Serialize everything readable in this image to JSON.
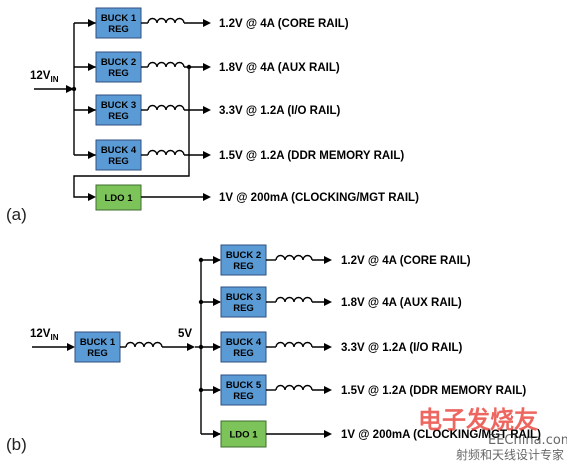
{
  "diagram_a": {
    "panel_label": "(a)",
    "input": {
      "main": "12V",
      "sub": "IN"
    },
    "bucks": [
      {
        "line1": "BUCK 1",
        "line2": "REG",
        "output": "1.2V @ 4A (CORE RAIL)"
      },
      {
        "line1": "BUCK 2",
        "line2": "REG",
        "output": "1.8V @ 4A (AUX RAIL)"
      },
      {
        "line1": "BUCK 3",
        "line2": "REG",
        "output": "3.3V @ 1.2A (I/O RAIL)"
      },
      {
        "line1": "BUCK 4",
        "line2": "REG",
        "output": "1.5V @ 1.2A (DDR MEMORY RAIL)"
      }
    ],
    "ldo": {
      "label": "LDO 1",
      "output": "1V @ 200mA (CLOCKING/MGT RAIL)"
    }
  },
  "diagram_b": {
    "panel_label": "(b)",
    "input": {
      "main": "12V",
      "sub": "IN"
    },
    "first_buck": {
      "line1": "BUCK 1",
      "line2": "REG"
    },
    "intermediate_rail": "5V",
    "bucks": [
      {
        "line1": "BUCK 2",
        "line2": "REG",
        "output": "1.2V @ 4A (CORE RAIL)"
      },
      {
        "line1": "BUCK 3",
        "line2": "REG",
        "output": "1.8V @ 4A (AUX RAIL)"
      },
      {
        "line1": "BUCK 4",
        "line2": "REG",
        "output": "3.3V @ 1.2A (I/O RAIL)"
      },
      {
        "line1": "BUCK 5",
        "line2": "REG",
        "output": "1.5V @ 1.2A (DDR MEMORY RAIL)"
      }
    ],
    "ldo": {
      "label": "LDO 1",
      "output": "1V @ 200mA (CLOCKING/MGT RAIL)"
    }
  },
  "watermark": {
    "logo_text": "电子发烧友",
    "site": "EEChina.com",
    "tagline": "射频和天线设计专家"
  },
  "colors": {
    "buck_fill": "#5b9bd5",
    "ldo_fill": "#7cc35a",
    "watermark_red": "#e8352c"
  }
}
